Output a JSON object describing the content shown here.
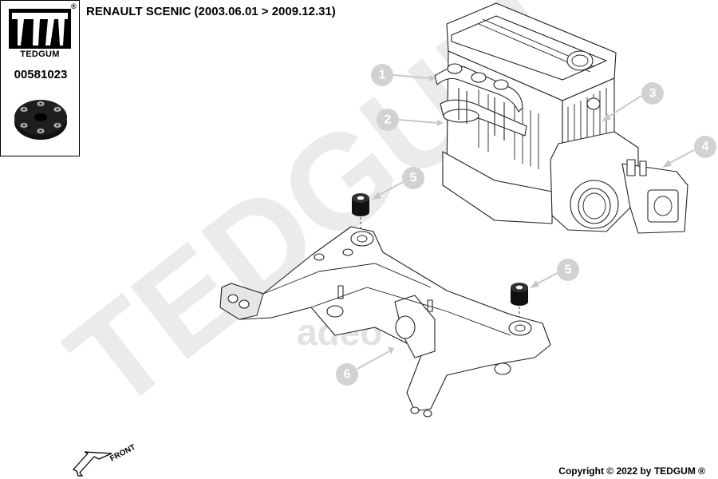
{
  "brand": {
    "name": "TEDGUM",
    "registered_mark": "®",
    "part_number": "00581023"
  },
  "vehicle_title": "RENAULT SCENIC (2003.06.01 > 2009.12.31)",
  "copyright": "Copyright © 2022 by TEDGUM ®",
  "front_label": "FRONT",
  "watermarks": {
    "tedgum": "TEDGUM",
    "autodoc": "adeo"
  },
  "callouts": [
    {
      "id": "1",
      "label": "1"
    },
    {
      "id": "2",
      "label": "2"
    },
    {
      "id": "3",
      "label": "3"
    },
    {
      "id": "4",
      "label": "4"
    },
    {
      "id": "5a",
      "label": "5"
    },
    {
      "id": "5b",
      "label": "5"
    },
    {
      "id": "6",
      "label": "6"
    }
  ],
  "colors": {
    "callout": "#d2d2d2",
    "watermark": "#ebebeb",
    "line": "#222222"
  }
}
